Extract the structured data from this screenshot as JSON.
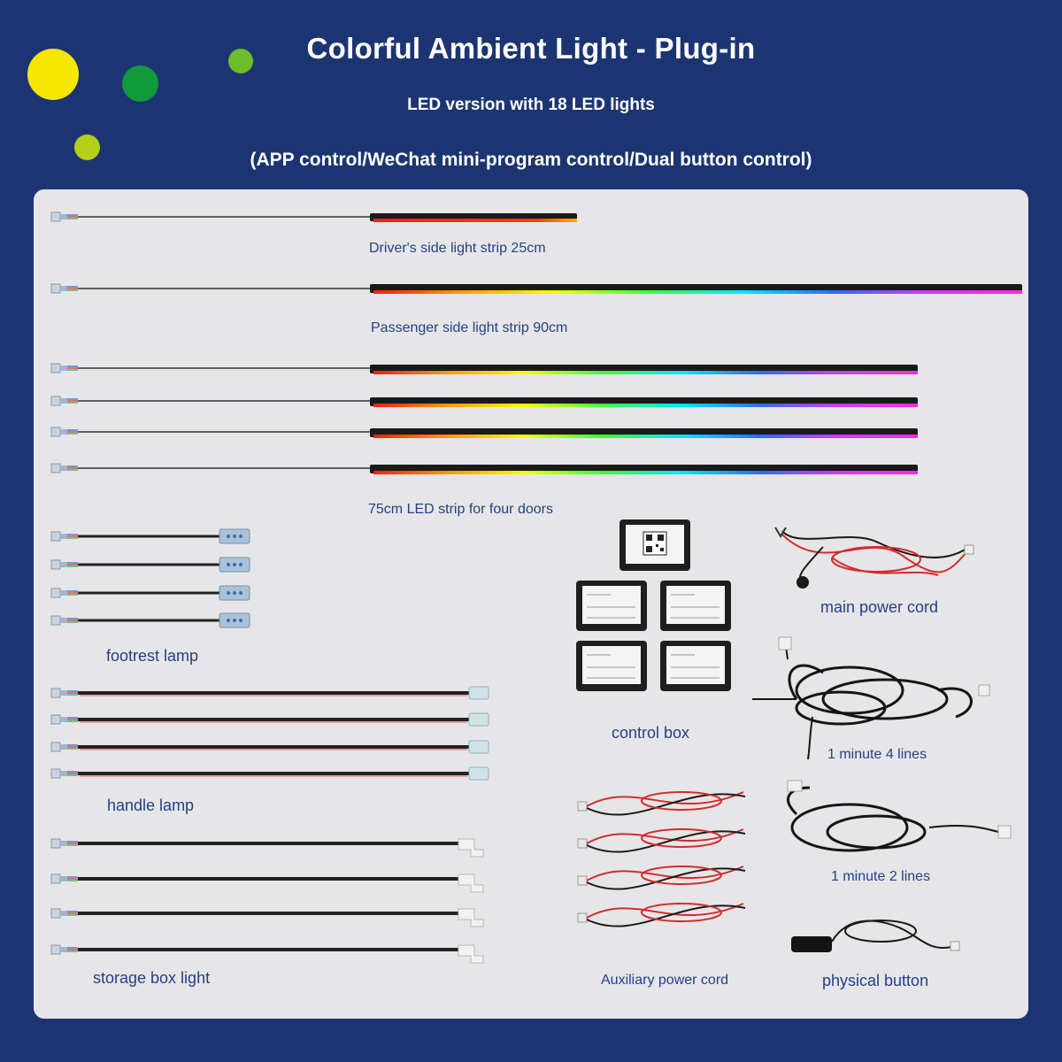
{
  "header": {
    "title": "Colorful Ambient Light - Plug-in",
    "subtitle": "LED version with 18 LED lights",
    "controls": "(APP control/WeChat mini-program control/Dual button control)"
  },
  "decor": {
    "dots": [
      {
        "name": "yellow-dot",
        "color": "#f7e600"
      },
      {
        "name": "green-dot",
        "color": "#119a3c"
      },
      {
        "name": "light-green-dot",
        "color": "#6ebd2d"
      },
      {
        "name": "lime-dot",
        "color": "#b4cf17"
      }
    ]
  },
  "colors": {
    "background": "#1c3572",
    "panel": "#e6e6e8",
    "label": "#233f86",
    "strip_rainbow": [
      "#ff1a1a",
      "#ff9d00",
      "#f5ff00",
      "#3dff3a",
      "#00e6ff",
      "#2f6bff",
      "#c83cff",
      "#ff2bd6"
    ]
  },
  "labels": {
    "drivers_side": "Driver's side light strip 25cm",
    "passenger_side": "Passenger side light strip 90cm",
    "four_doors": "75cm LED strip for four doors",
    "footrest": "footrest lamp",
    "handle": "handle lamp",
    "storage_box": "storage box light",
    "main_power": "main power cord",
    "control_box": "control box",
    "four_lines": "1 minute 4 lines",
    "two_lines": "1 minute 2 lines",
    "auxiliary": "Auxiliary power cord",
    "physical_button": "physical button"
  },
  "components": {
    "door_strip_count": 4,
    "footrest_lamp_count": 4,
    "handle_lamp_count": 4,
    "storage_box_light_count": 4,
    "door_module_count": 4,
    "auxiliary_cord_count": 4
  }
}
